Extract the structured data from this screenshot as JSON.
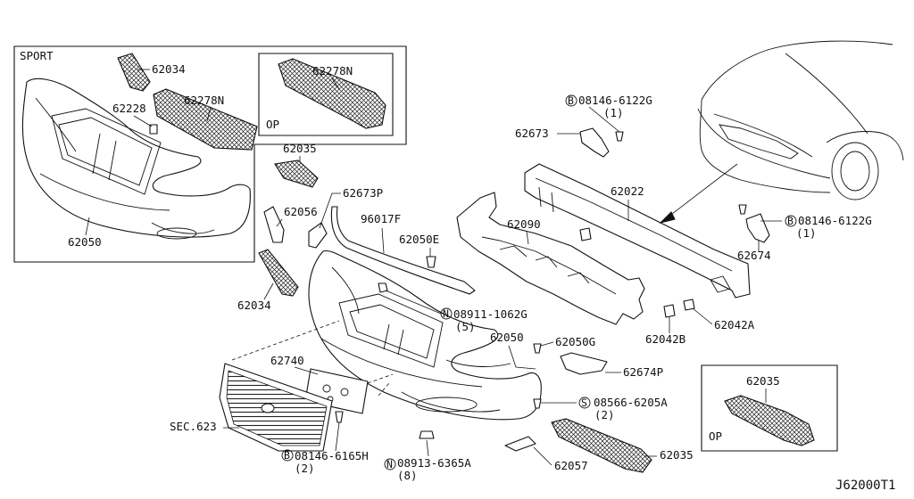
{
  "diagram_code": "J62000T1",
  "boxes": {
    "sport": "SPORT",
    "op_top": "OP",
    "op_bottom": "OP"
  },
  "labels": {
    "p62034_sport": "62034",
    "p62278N_sport": "62278N",
    "p62228": "62228",
    "p62050_sport": "62050",
    "p62278N_op": "62278N",
    "p62035_top": "62035",
    "p62673P": "62673P",
    "p62056": "62056",
    "p96017F": "96017F",
    "p62050E": "62050E",
    "p62034": "62034",
    "p62090": "62090",
    "p62022": "62022",
    "p62673": "62673",
    "bolt_62673": "08146-6122G",
    "bolt_62673_qty": "(1)",
    "bolt_62674": "08146-6122G",
    "bolt_62674_qty": "(1)",
    "p62674": "62674",
    "p62042B": "62042B",
    "p62042A": "62042A",
    "nut_08911": "08911-1062G",
    "nut_08911_qty": "(5)",
    "p62050": "62050",
    "p62050G": "62050G",
    "p62674P": "62674P",
    "p62740": "62740",
    "sec623": "SEC.623",
    "screw_08566": "08566-6205A",
    "screw_08566_qty": "(2)",
    "bolt_08146_6165H": "08146-6165H",
    "bolt_08146_6165H_qty": "(2)",
    "nut_08913": "08913-6365A",
    "nut_08913_qty": "(8)",
    "p62057": "62057",
    "p62035_bottom": "62035",
    "p62035_op": "62035"
  },
  "prefix_letters": {
    "bolt": "B",
    "nut": "N",
    "screw": "S"
  }
}
